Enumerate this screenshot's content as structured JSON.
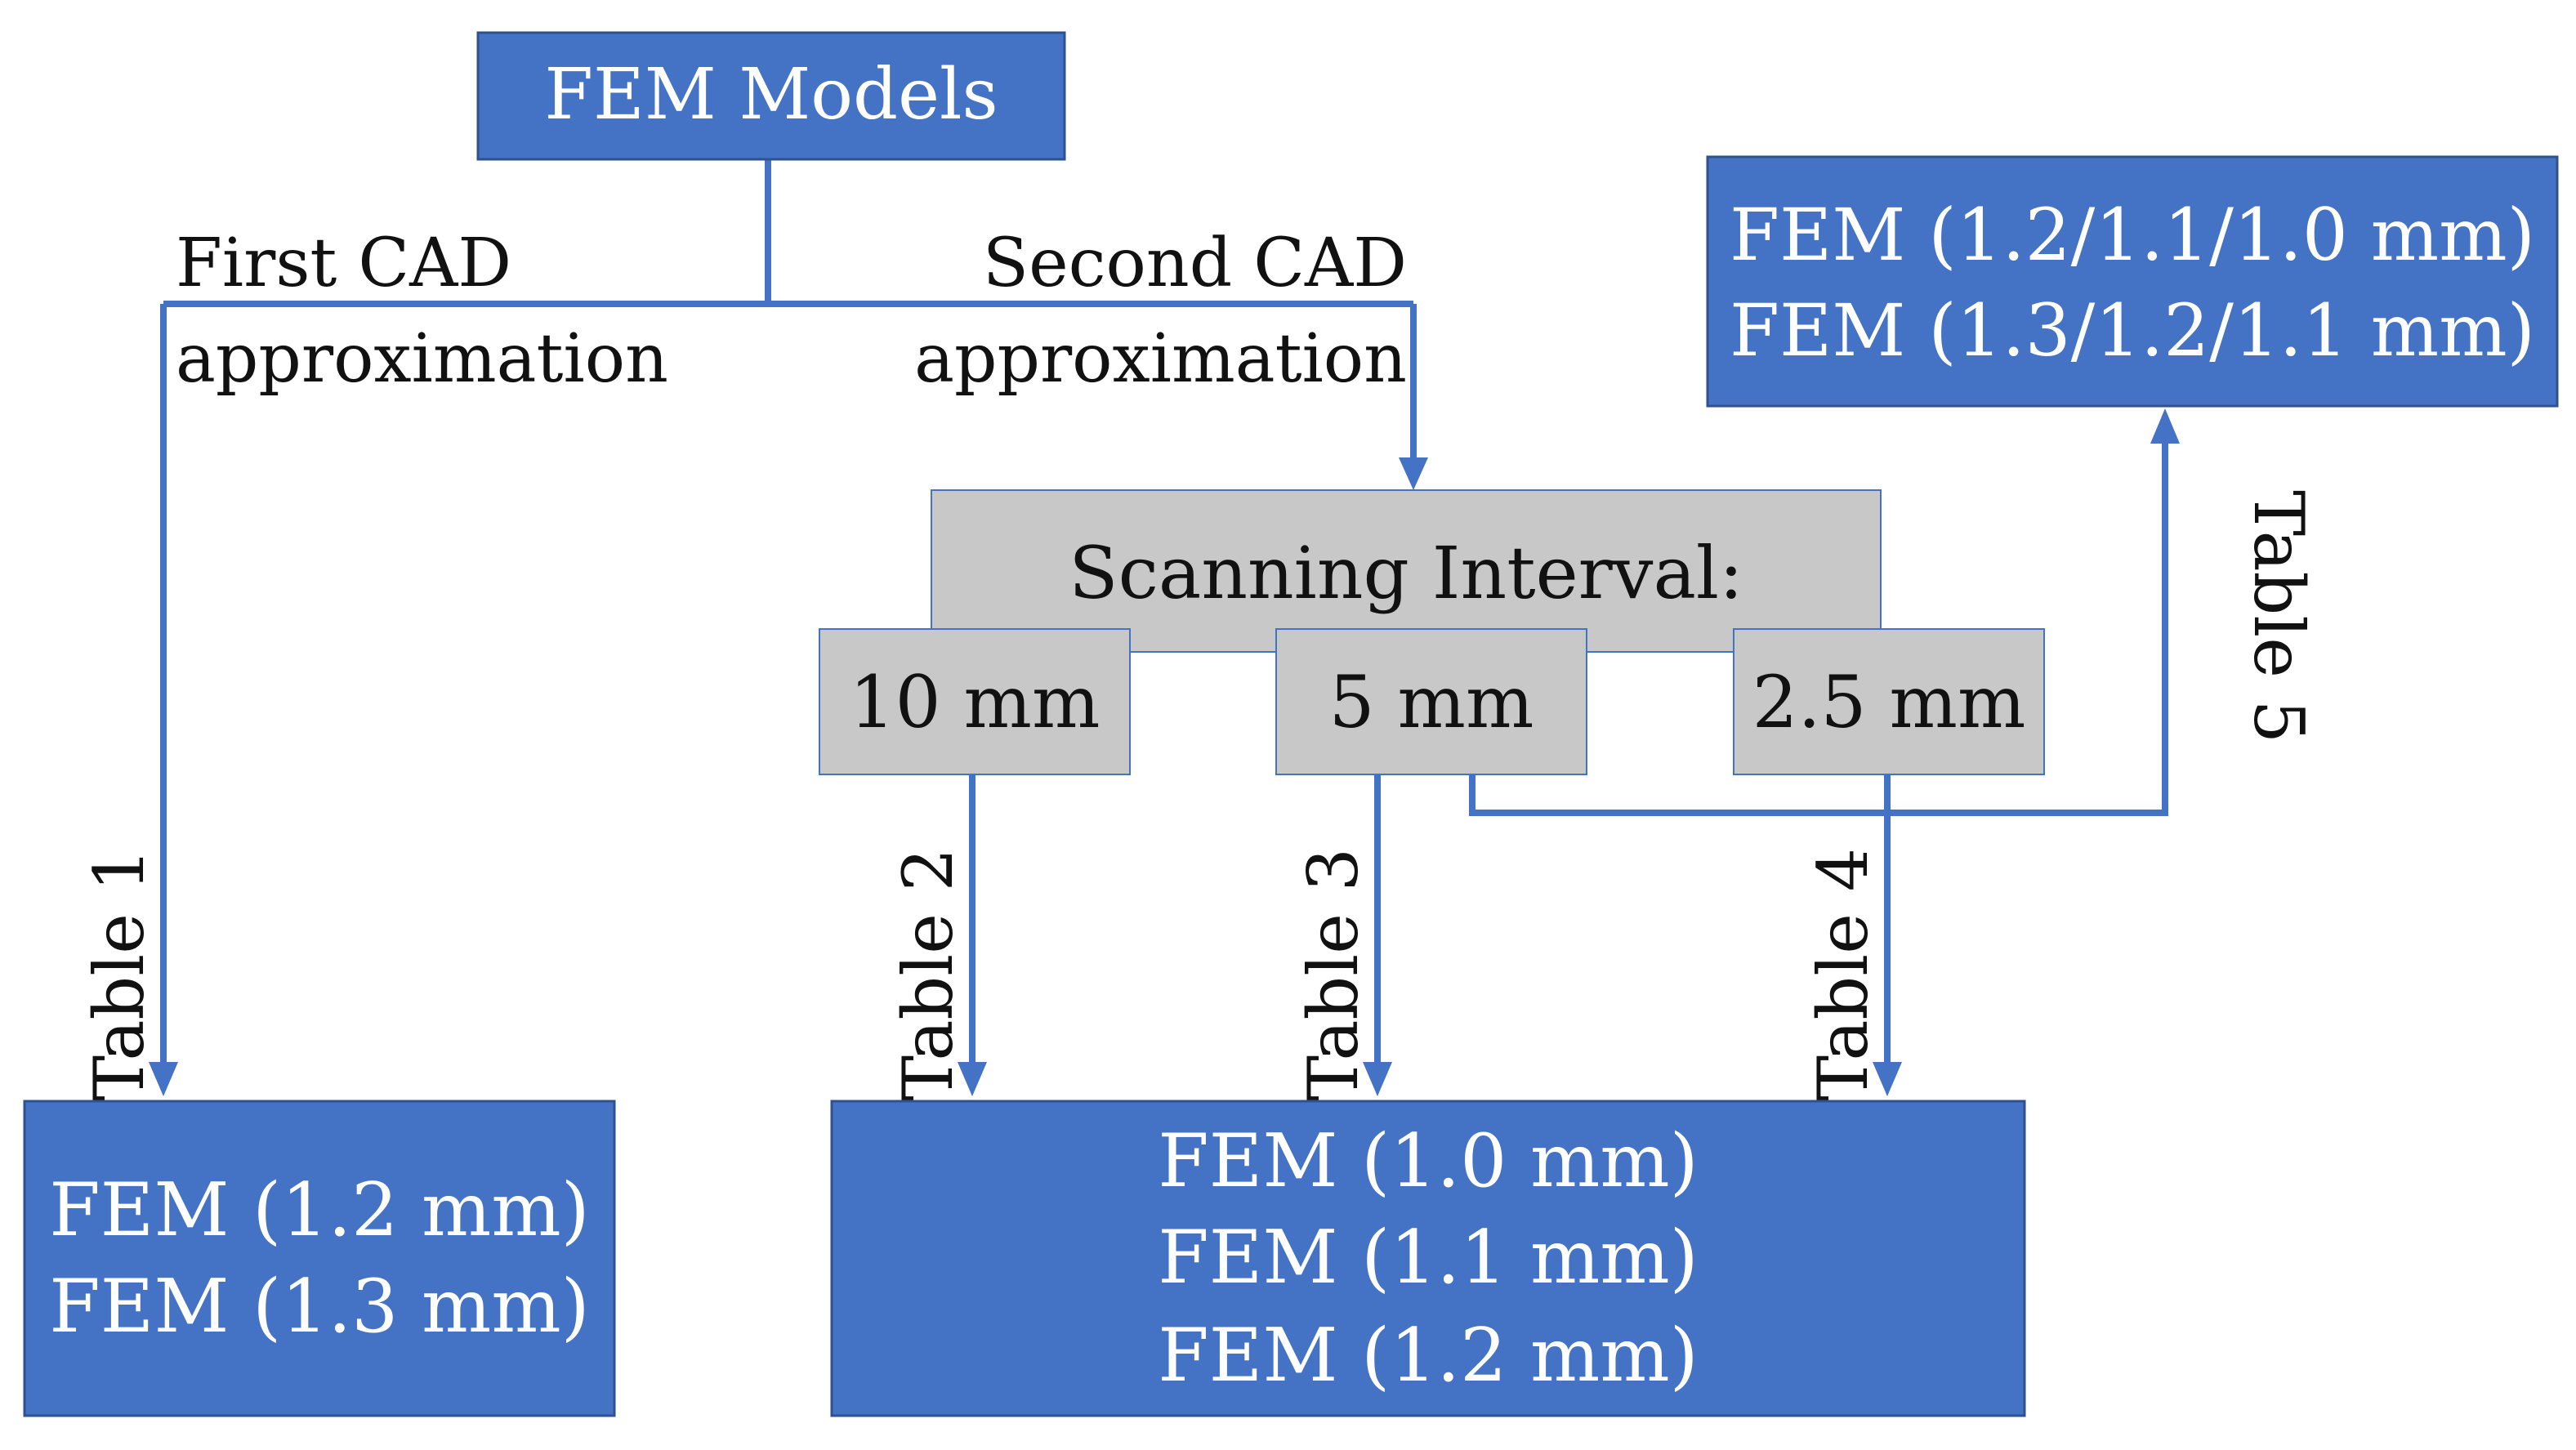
{
  "diagram": {
    "root": {
      "label": "FEM Models"
    },
    "branches": {
      "first": [
        "First CAD",
        "approximation"
      ],
      "second": [
        "Second CAD",
        "approximation"
      ]
    },
    "scanning": {
      "title": "Scanning Interval:",
      "intervals": [
        "10 mm",
        "5 mm",
        "2.5 mm"
      ]
    },
    "edge_labels": {
      "t1": "Table 1",
      "t2": "Table 2",
      "t3": "Table 3",
      "t4": "Table 4",
      "t5": "Table 5"
    },
    "results": {
      "left": [
        "FEM (1.2 mm)",
        "FEM (1.3 mm)"
      ],
      "middle": [
        "FEM (1.0 mm)",
        "FEM (1.1 mm)",
        "FEM (1.2 mm)"
      ],
      "right": [
        "FEM (1.2/1.1/1.0 mm)",
        "FEM (1.3/1.2/1.1 mm)"
      ]
    },
    "colors": {
      "box_blue": "#4472c4",
      "box_gray": "#c8c8c8",
      "connector": "#4472c4"
    }
  }
}
